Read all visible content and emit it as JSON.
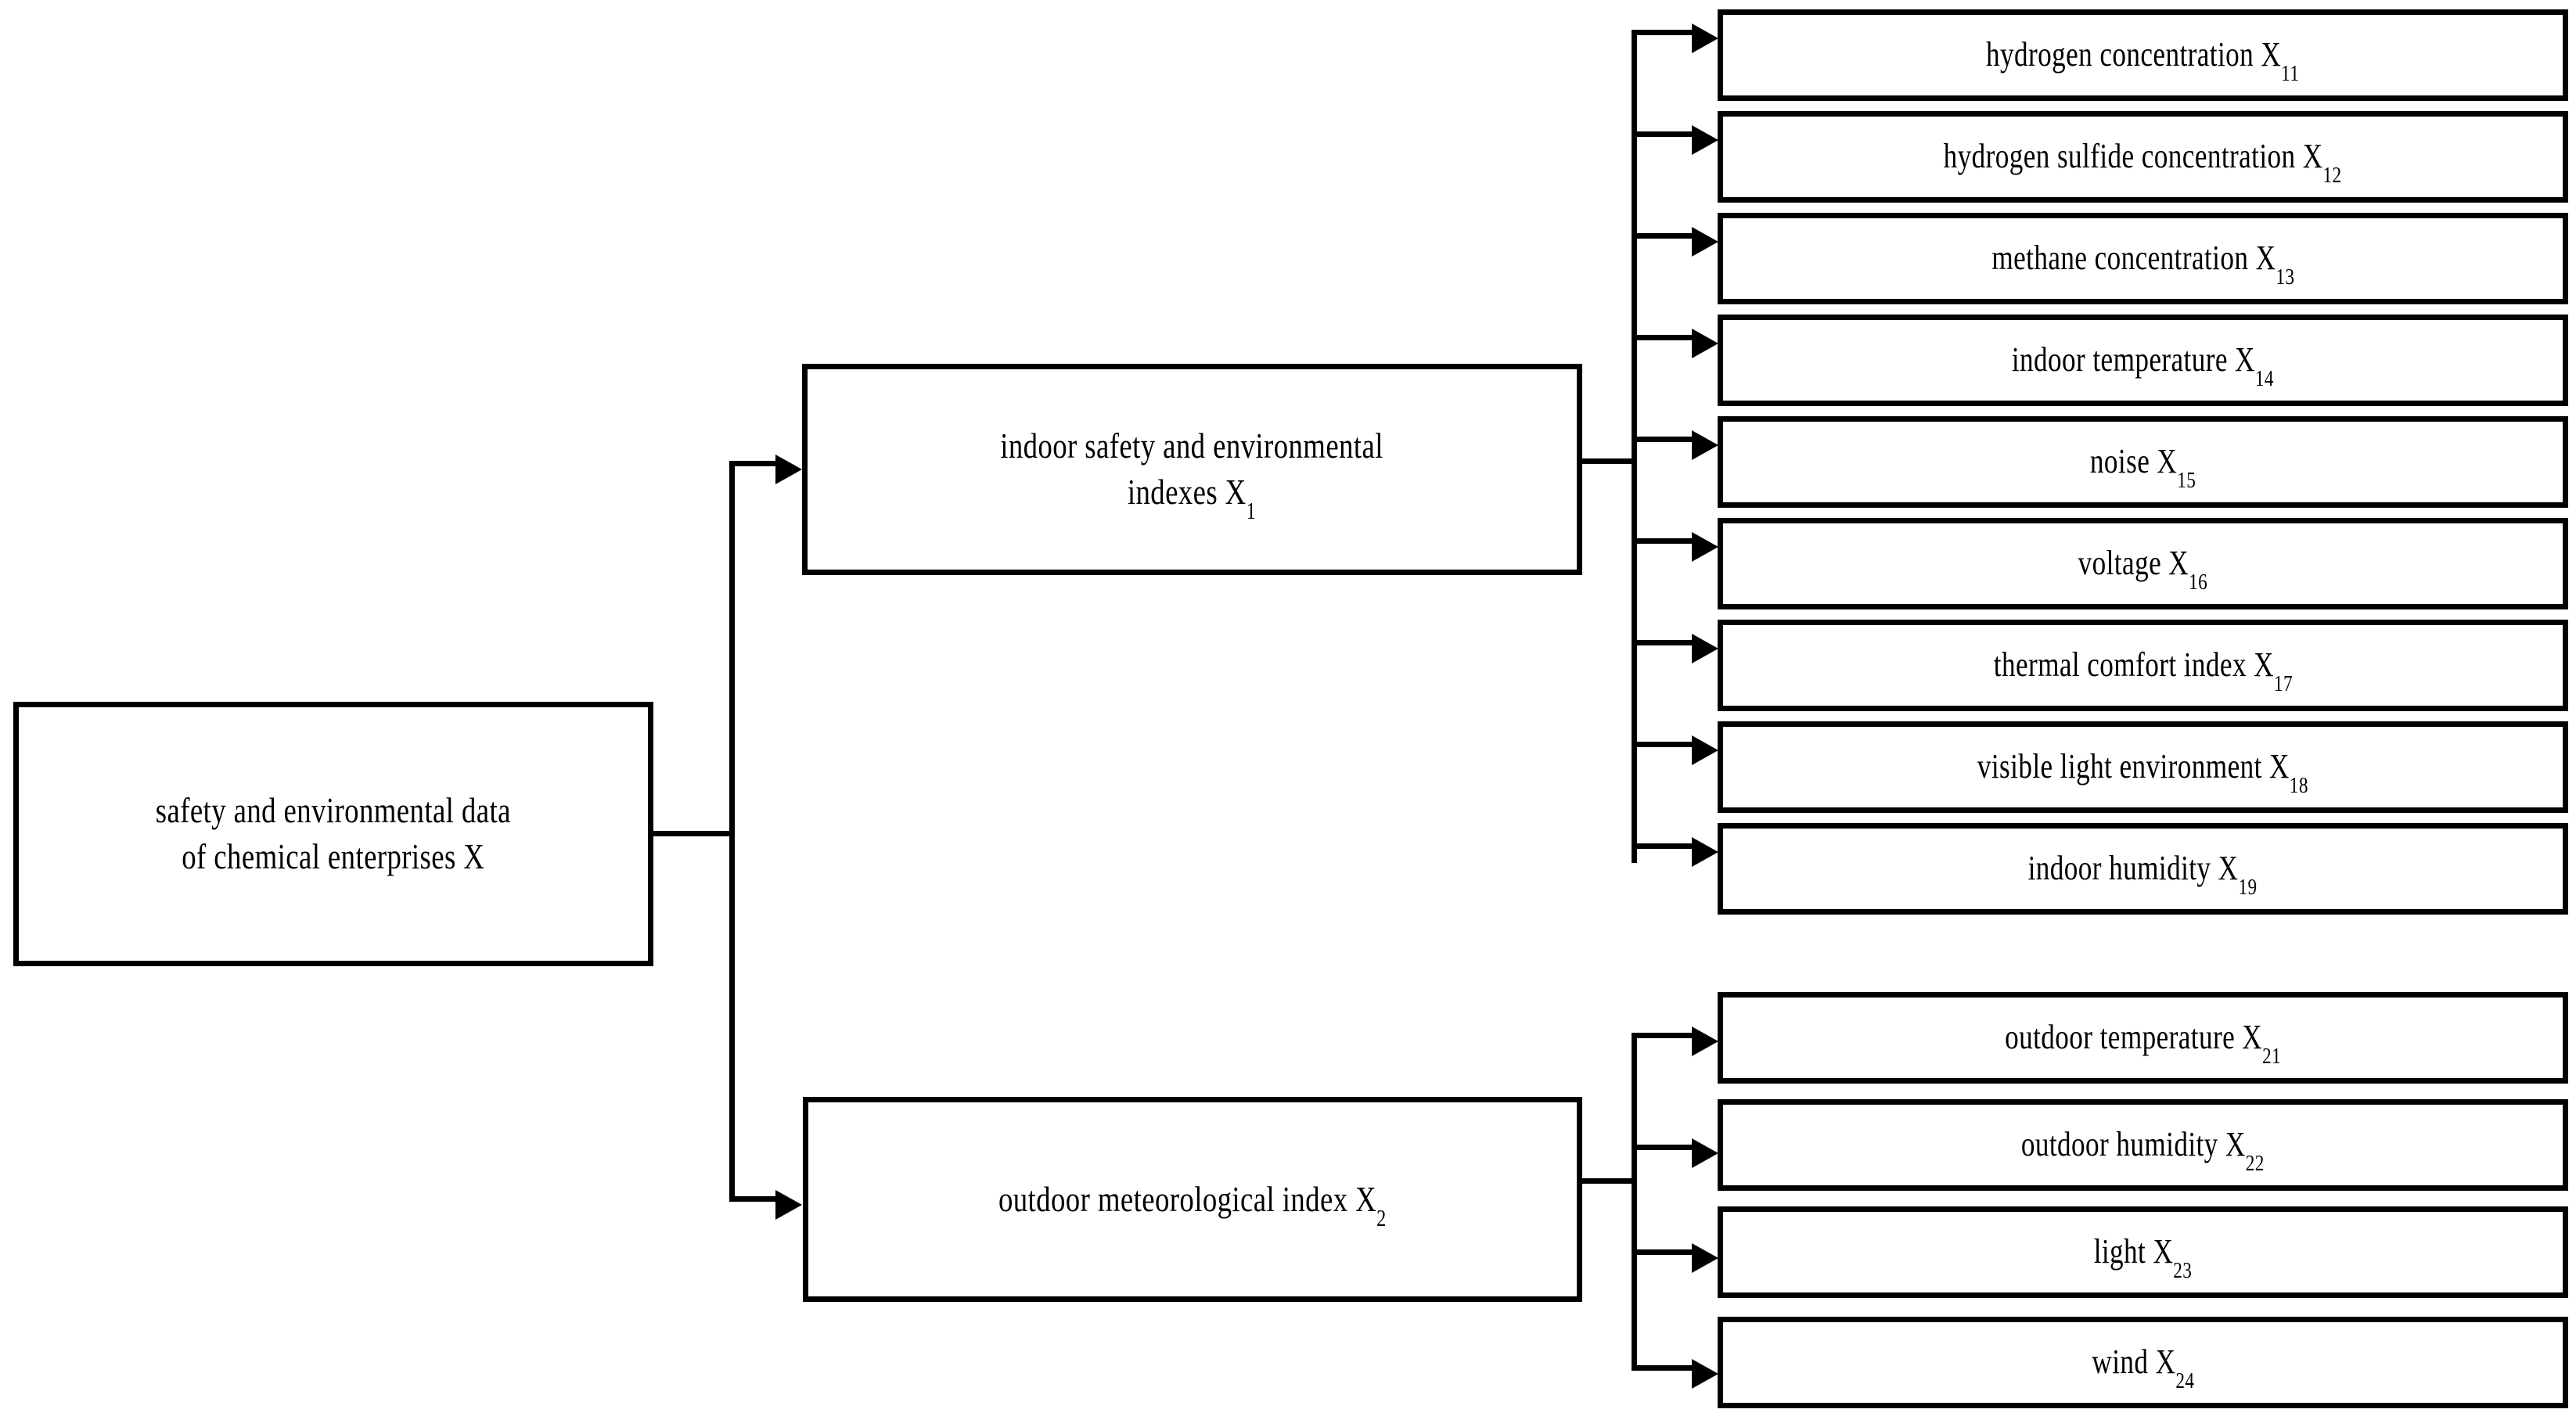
{
  "diagram": {
    "title_text": "safety and environmental data of chemical enterprises X",
    "root": {
      "line1": "safety and environmental data",
      "line2": "of chemical enterprises X",
      "symbol": "X"
    },
    "branches": [
      {
        "id": "x1",
        "line1": "indoor safety and environmental",
        "line2": "indexes X",
        "symbol": "X",
        "subscript": "1",
        "children": [
          {
            "text": "hydrogen concentration X",
            "symbol": "X",
            "subscript": "11"
          },
          {
            "text": "hydrogen sulfide concentration X",
            "symbol": "X",
            "subscript": "12"
          },
          {
            "text": "methane concentration X",
            "symbol": "X",
            "subscript": "13"
          },
          {
            "text": "indoor temperature X",
            "symbol": "X",
            "subscript": "14"
          },
          {
            "text": "noise X",
            "symbol": "X",
            "subscript": "15"
          },
          {
            "text": "voltage X",
            "symbol": "X",
            "subscript": "16"
          },
          {
            "text": "thermal comfort index X",
            "symbol": "X",
            "subscript": "17"
          },
          {
            "text": "visible light environment X",
            "symbol": "X",
            "subscript": "18"
          },
          {
            "text": "indoor humidity X",
            "symbol": "X",
            "subscript": "19"
          }
        ]
      },
      {
        "id": "x2",
        "line1": "outdoor meteorological index X",
        "line2": "",
        "symbol": "X",
        "subscript": "2",
        "children": [
          {
            "text": "outdoor temperature X",
            "symbol": "X",
            "subscript": "21"
          },
          {
            "text": "outdoor humidity X",
            "symbol": "X",
            "subscript": "22"
          },
          {
            "text": "light X",
            "symbol": "X",
            "subscript": "23"
          },
          {
            "text": "wind X",
            "symbol": "X",
            "subscript": "24"
          }
        ]
      }
    ],
    "colors": {
      "stroke": "#000000",
      "fill": "#ffffff",
      "text": "#000000"
    }
  }
}
